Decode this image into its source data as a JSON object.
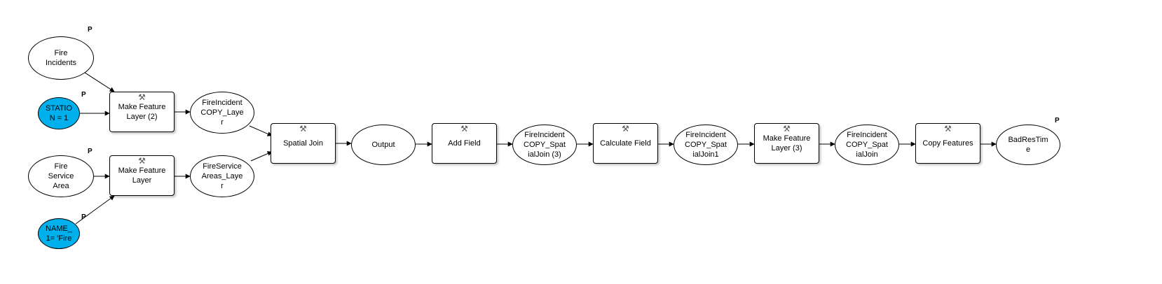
{
  "nodes": {
    "fire_incidents": {
      "label": "Fire\nIncidents",
      "param": "P"
    },
    "station_var": {
      "label": "STATIO\nN = 1",
      "param": "P"
    },
    "make_feature_layer_2": {
      "label": "Make Feature\nLayer (2)"
    },
    "fireincident_copy_layer": {
      "label": "FireIncident\nCOPY_Laye\nr"
    },
    "fire_service_area": {
      "label": "Fire\nService\nArea",
      "param": "P"
    },
    "make_feature_layer": {
      "label": "Make Feature\nLayer"
    },
    "fireservice_areas_layer": {
      "label": "FireService\nAreas_Laye\nr"
    },
    "name_var": {
      "label": "NAME_\n1= 'Fire",
      "param": "P"
    },
    "spatial_join": {
      "label": "Spatial Join"
    },
    "output": {
      "label": "Output"
    },
    "add_field": {
      "label": "Add Field"
    },
    "fireincident_copy_spatialjoin3": {
      "label": "FireIncident\nCOPY_Spat\nialJoin (3)"
    },
    "calculate_field": {
      "label": "Calculate Field"
    },
    "fireincident_copy_spatialjoin1": {
      "label": "FireIncident\nCOPY_Spat\nialJoin1"
    },
    "make_feature_layer_3": {
      "label": "Make Feature\nLayer (3)"
    },
    "fireincident_copy_spatialjoin": {
      "label": "FireIncident\nCOPY_Spat\nialJoin"
    },
    "copy_features": {
      "label": "Copy Features"
    },
    "badrestime": {
      "label": "BadResTim\ne",
      "param": "P"
    }
  },
  "tool_icon": "hammer-icon",
  "colors": {
    "variable_fill": "#00b0ec",
    "line": "#000000",
    "background": "#ffffff"
  }
}
